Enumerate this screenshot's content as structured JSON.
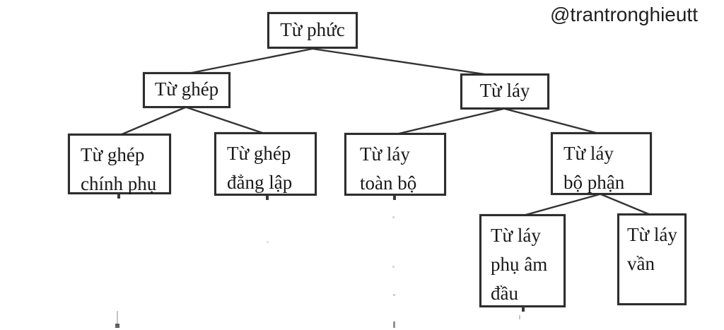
{
  "watermark": "@trantronghieutt",
  "diagram": {
    "type": "tree",
    "nodes": {
      "tu_phuc": {
        "label": "Từ phức"
      },
      "tu_ghep": {
        "label": "Từ ghép"
      },
      "tu_lay": {
        "label": "Từ láy"
      },
      "tu_ghep_chinh_phu": {
        "label": "Từ ghép\nchính phụ"
      },
      "tu_ghep_dang_lap": {
        "label": "Từ ghép\nđẳng lập"
      },
      "tu_lay_toan_bo": {
        "label": "Từ láy\ntoàn bộ"
      },
      "tu_lay_bo_phan": {
        "label": "Từ láy\nbộ phận"
      },
      "tu_lay_phu_am_dau": {
        "label": "Từ láy\nphụ âm\nđầu"
      },
      "tu_lay_van": {
        "label": "Từ láy\nvần"
      }
    },
    "edges": [
      {
        "from": "tu_phuc",
        "to": "tu_ghep"
      },
      {
        "from": "tu_phuc",
        "to": "tu_lay"
      },
      {
        "from": "tu_ghep",
        "to": "tu_ghep_chinh_phu"
      },
      {
        "from": "tu_ghep",
        "to": "tu_ghep_dang_lap"
      },
      {
        "from": "tu_lay",
        "to": "tu_lay_toan_bo"
      },
      {
        "from": "tu_lay",
        "to": "tu_lay_bo_phan"
      },
      {
        "from": "tu_lay_bo_phan",
        "to": "tu_lay_phu_am_dau"
      },
      {
        "from": "tu_lay_bo_phan",
        "to": "tu_lay_van"
      }
    ],
    "colors": {
      "line": "#333333",
      "border": "#2e2e2e",
      "text": "#191919",
      "background": "#ffffff"
    }
  }
}
